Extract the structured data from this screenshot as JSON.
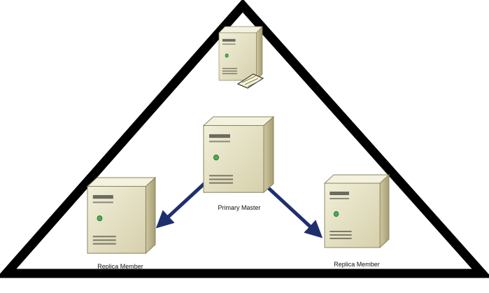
{
  "nodes": [
    {
      "id": "arbiter",
      "label": ""
    },
    {
      "id": "primary",
      "label": "Primary Master"
    },
    {
      "id": "replica_left",
      "label": "Replica Member"
    },
    {
      "id": "replica_right",
      "label": "Replica Member"
    }
  ],
  "edges": [
    {
      "from": "primary",
      "to": "replica_left"
    },
    {
      "from": "primary",
      "to": "replica_right"
    }
  ],
  "colors": {
    "outline": "#000000",
    "arrow": "#1f2f6e",
    "server_front": "#e7e4c6",
    "server_side": "#c9c29a",
    "server_top": "#f4f2df"
  },
  "icons": {
    "server": "server-tower-icon",
    "keyboard": "keyboard-icon"
  }
}
